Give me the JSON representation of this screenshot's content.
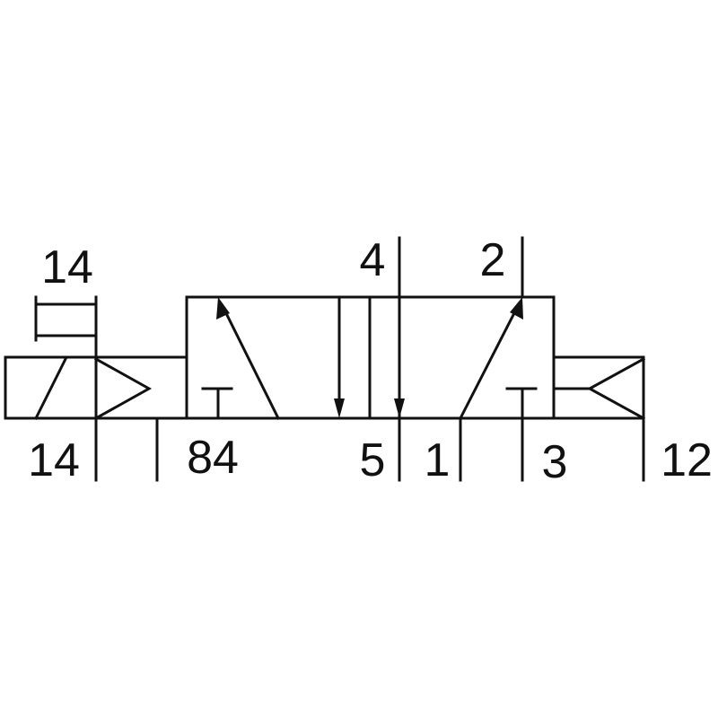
{
  "diagram": {
    "type": "5/2-way solenoid valve symbol",
    "labels": {
      "pilot_top": "14",
      "pilot_bottom": "14",
      "exhaust_pilot": "84",
      "port_4": "4",
      "port_2": "2",
      "port_5": "5",
      "port_1": "1",
      "port_3": "3",
      "port_12": "12"
    },
    "colors": {
      "line": "#111111",
      "background": "#ffffff"
    }
  }
}
